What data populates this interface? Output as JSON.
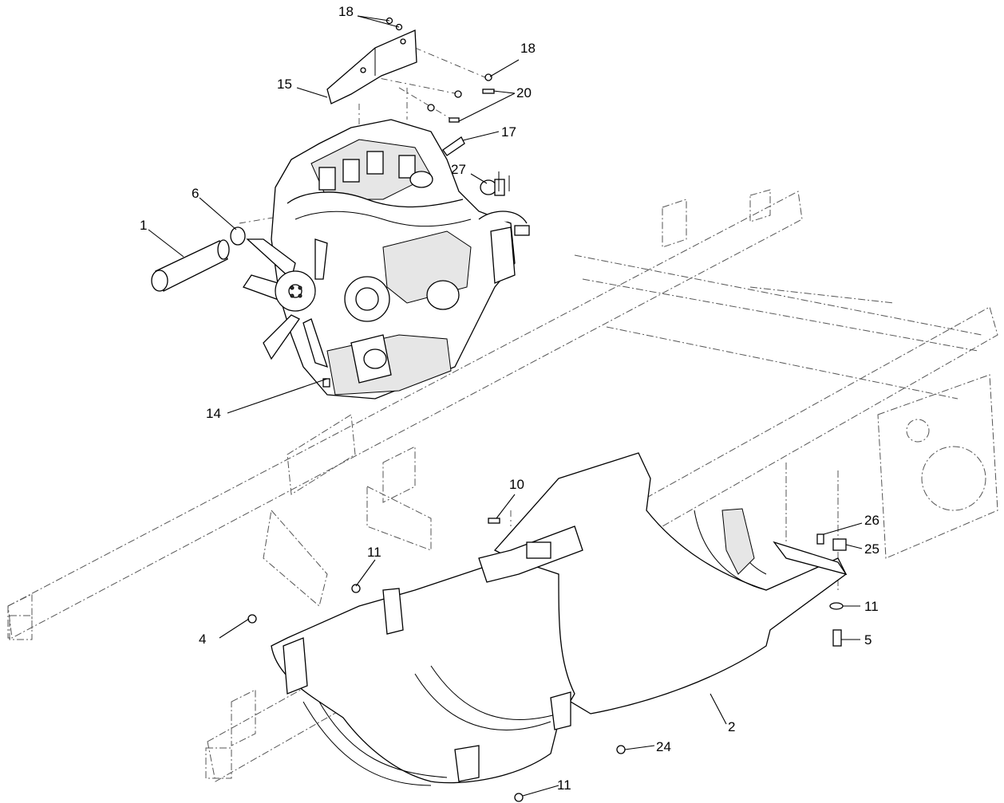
{
  "callouts": [
    {
      "id": "c18a",
      "label": "18"
    },
    {
      "id": "c18b",
      "label": "18"
    },
    {
      "id": "c15",
      "label": "15"
    },
    {
      "id": "c20",
      "label": "20"
    },
    {
      "id": "c17",
      "label": "17"
    },
    {
      "id": "c27",
      "label": "27"
    },
    {
      "id": "c6",
      "label": "6"
    },
    {
      "id": "c1",
      "label": "1"
    },
    {
      "id": "c14",
      "label": "14"
    },
    {
      "id": "c10",
      "label": "10"
    },
    {
      "id": "c26",
      "label": "26"
    },
    {
      "id": "c25",
      "label": "25"
    },
    {
      "id": "c11a",
      "label": "11"
    },
    {
      "id": "c11b",
      "label": "11"
    },
    {
      "id": "c4",
      "label": "4"
    },
    {
      "id": "c5",
      "label": "5"
    },
    {
      "id": "c2",
      "label": "2"
    },
    {
      "id": "c24",
      "label": "24"
    },
    {
      "id": "c11c",
      "label": "11"
    }
  ]
}
